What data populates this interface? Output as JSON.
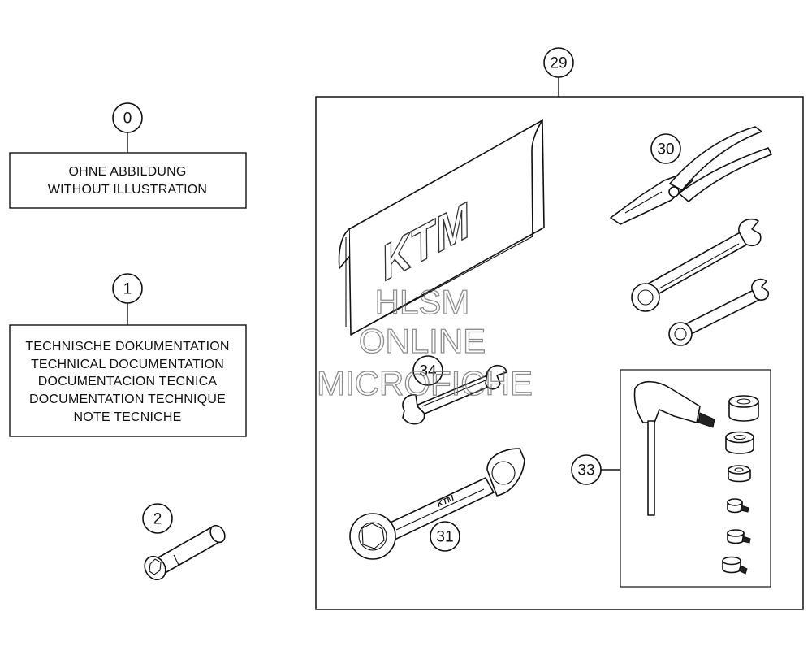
{
  "callouts": {
    "c0": "0",
    "c1": "1",
    "c2": "2",
    "c29": "29",
    "c30": "30",
    "c31": "31",
    "c33": "33",
    "c34": "34"
  },
  "box0": {
    "line1": "OHNE ABBILDUNG",
    "line2": "WITHOUT ILLUSTRATION"
  },
  "box1": {
    "line1": "TECHNISCHE DOKUMENTATION",
    "line2": "TECHNICAL DOCUMENTATION",
    "line3": "DOCUMENTACION TECNICA",
    "line4": "DOCUMENTATION TECHNIQUE",
    "line5": "NOTE TECNICHE"
  },
  "bag_logo": "KTM",
  "wrench_logo": "KTM",
  "watermark": {
    "line1": "HLSM",
    "line2": "ONLINE",
    "line3": "MICROFICHE"
  },
  "icons": [
    "tool-bag-icon",
    "pliers-icon",
    "open-ring-wrench-icon",
    "small-open-ring-wrench-icon",
    "open-end-wrench-icon",
    "double-ring-spanner-icon",
    "t-handle-hex-key-icon",
    "socket-bit-icon",
    "socket-wrench-icon"
  ]
}
